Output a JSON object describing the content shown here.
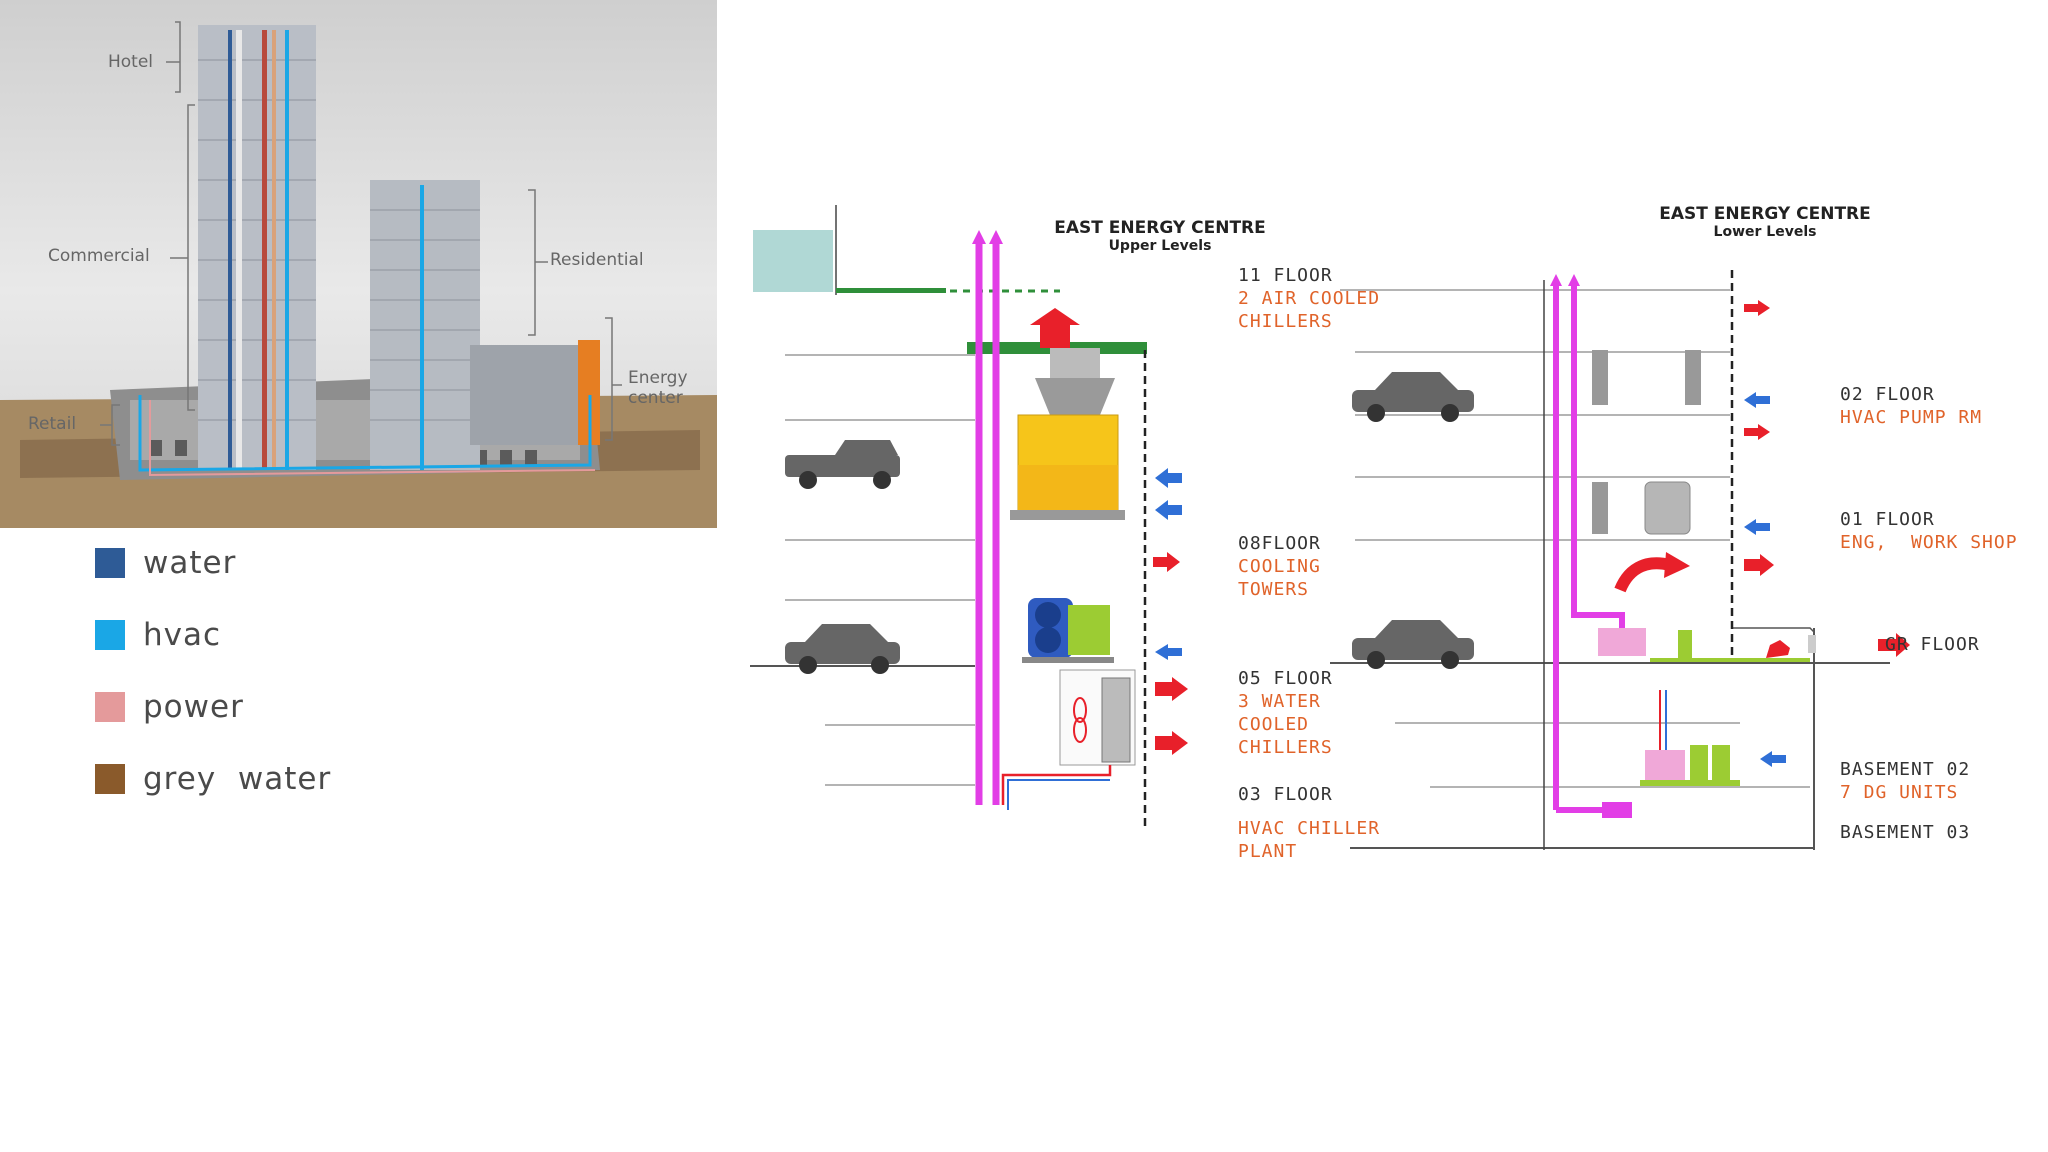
{
  "building_labels": {
    "hotel": "Hotel",
    "commercial": "Commercial",
    "residential": "Residential",
    "retail": "Retail",
    "energy_center_line1": "Energy",
    "energy_center_line2": "center"
  },
  "legend": [
    {
      "label": "water",
      "color": "#2e5b96"
    },
    {
      "label": "hvac",
      "color": "#1aa7e6"
    },
    {
      "label": "power",
      "color": "#e49a9b"
    },
    {
      "label": "grey  water",
      "color": "#8a5a2b"
    }
  ],
  "upper": {
    "title": "EAST ENERGY CENTRE",
    "subtitle": "Upper Levels"
  },
  "lower": {
    "title": "EAST ENERGY CENTRE",
    "subtitle": "Lower Levels"
  },
  "floors": {
    "f11": {
      "heading": "11 FLOOR",
      "line1": "2 AIR COOLED",
      "line2": "CHILLERS"
    },
    "f08": {
      "heading": "08FLOOR",
      "line1": "COOLING",
      "line2": "TOWERS"
    },
    "f05": {
      "heading": "05 FLOOR",
      "line1": "3 WATER",
      "line2": "COOLED",
      "line3": "CHILLERS"
    },
    "f03": {
      "heading": "03 FLOOR"
    },
    "f03_desc": {
      "line1": "HVAC CHILLER",
      "line2": "PLANT"
    },
    "f02": {
      "heading": "02 FLOOR",
      "line1": "HVAC PUMP RM"
    },
    "f01": {
      "heading": "01 FLOOR",
      "line1": "ENG,  WORK SHOP"
    },
    "gr": {
      "heading": "GR FLOOR"
    },
    "b02": {
      "heading": "BASEMENT 02",
      "line1": "7 DG UNITS"
    },
    "b03": {
      "heading": "BASEMENT 03"
    }
  },
  "colors": {
    "magenta_riser": "#e23ee6",
    "red_arrow": "#e8202a",
    "blue_arrow": "#2f6fd6",
    "label_orange": "#e0632a",
    "ground_green": "#2f8f3a",
    "yellow_tower": "#f6c51a"
  }
}
